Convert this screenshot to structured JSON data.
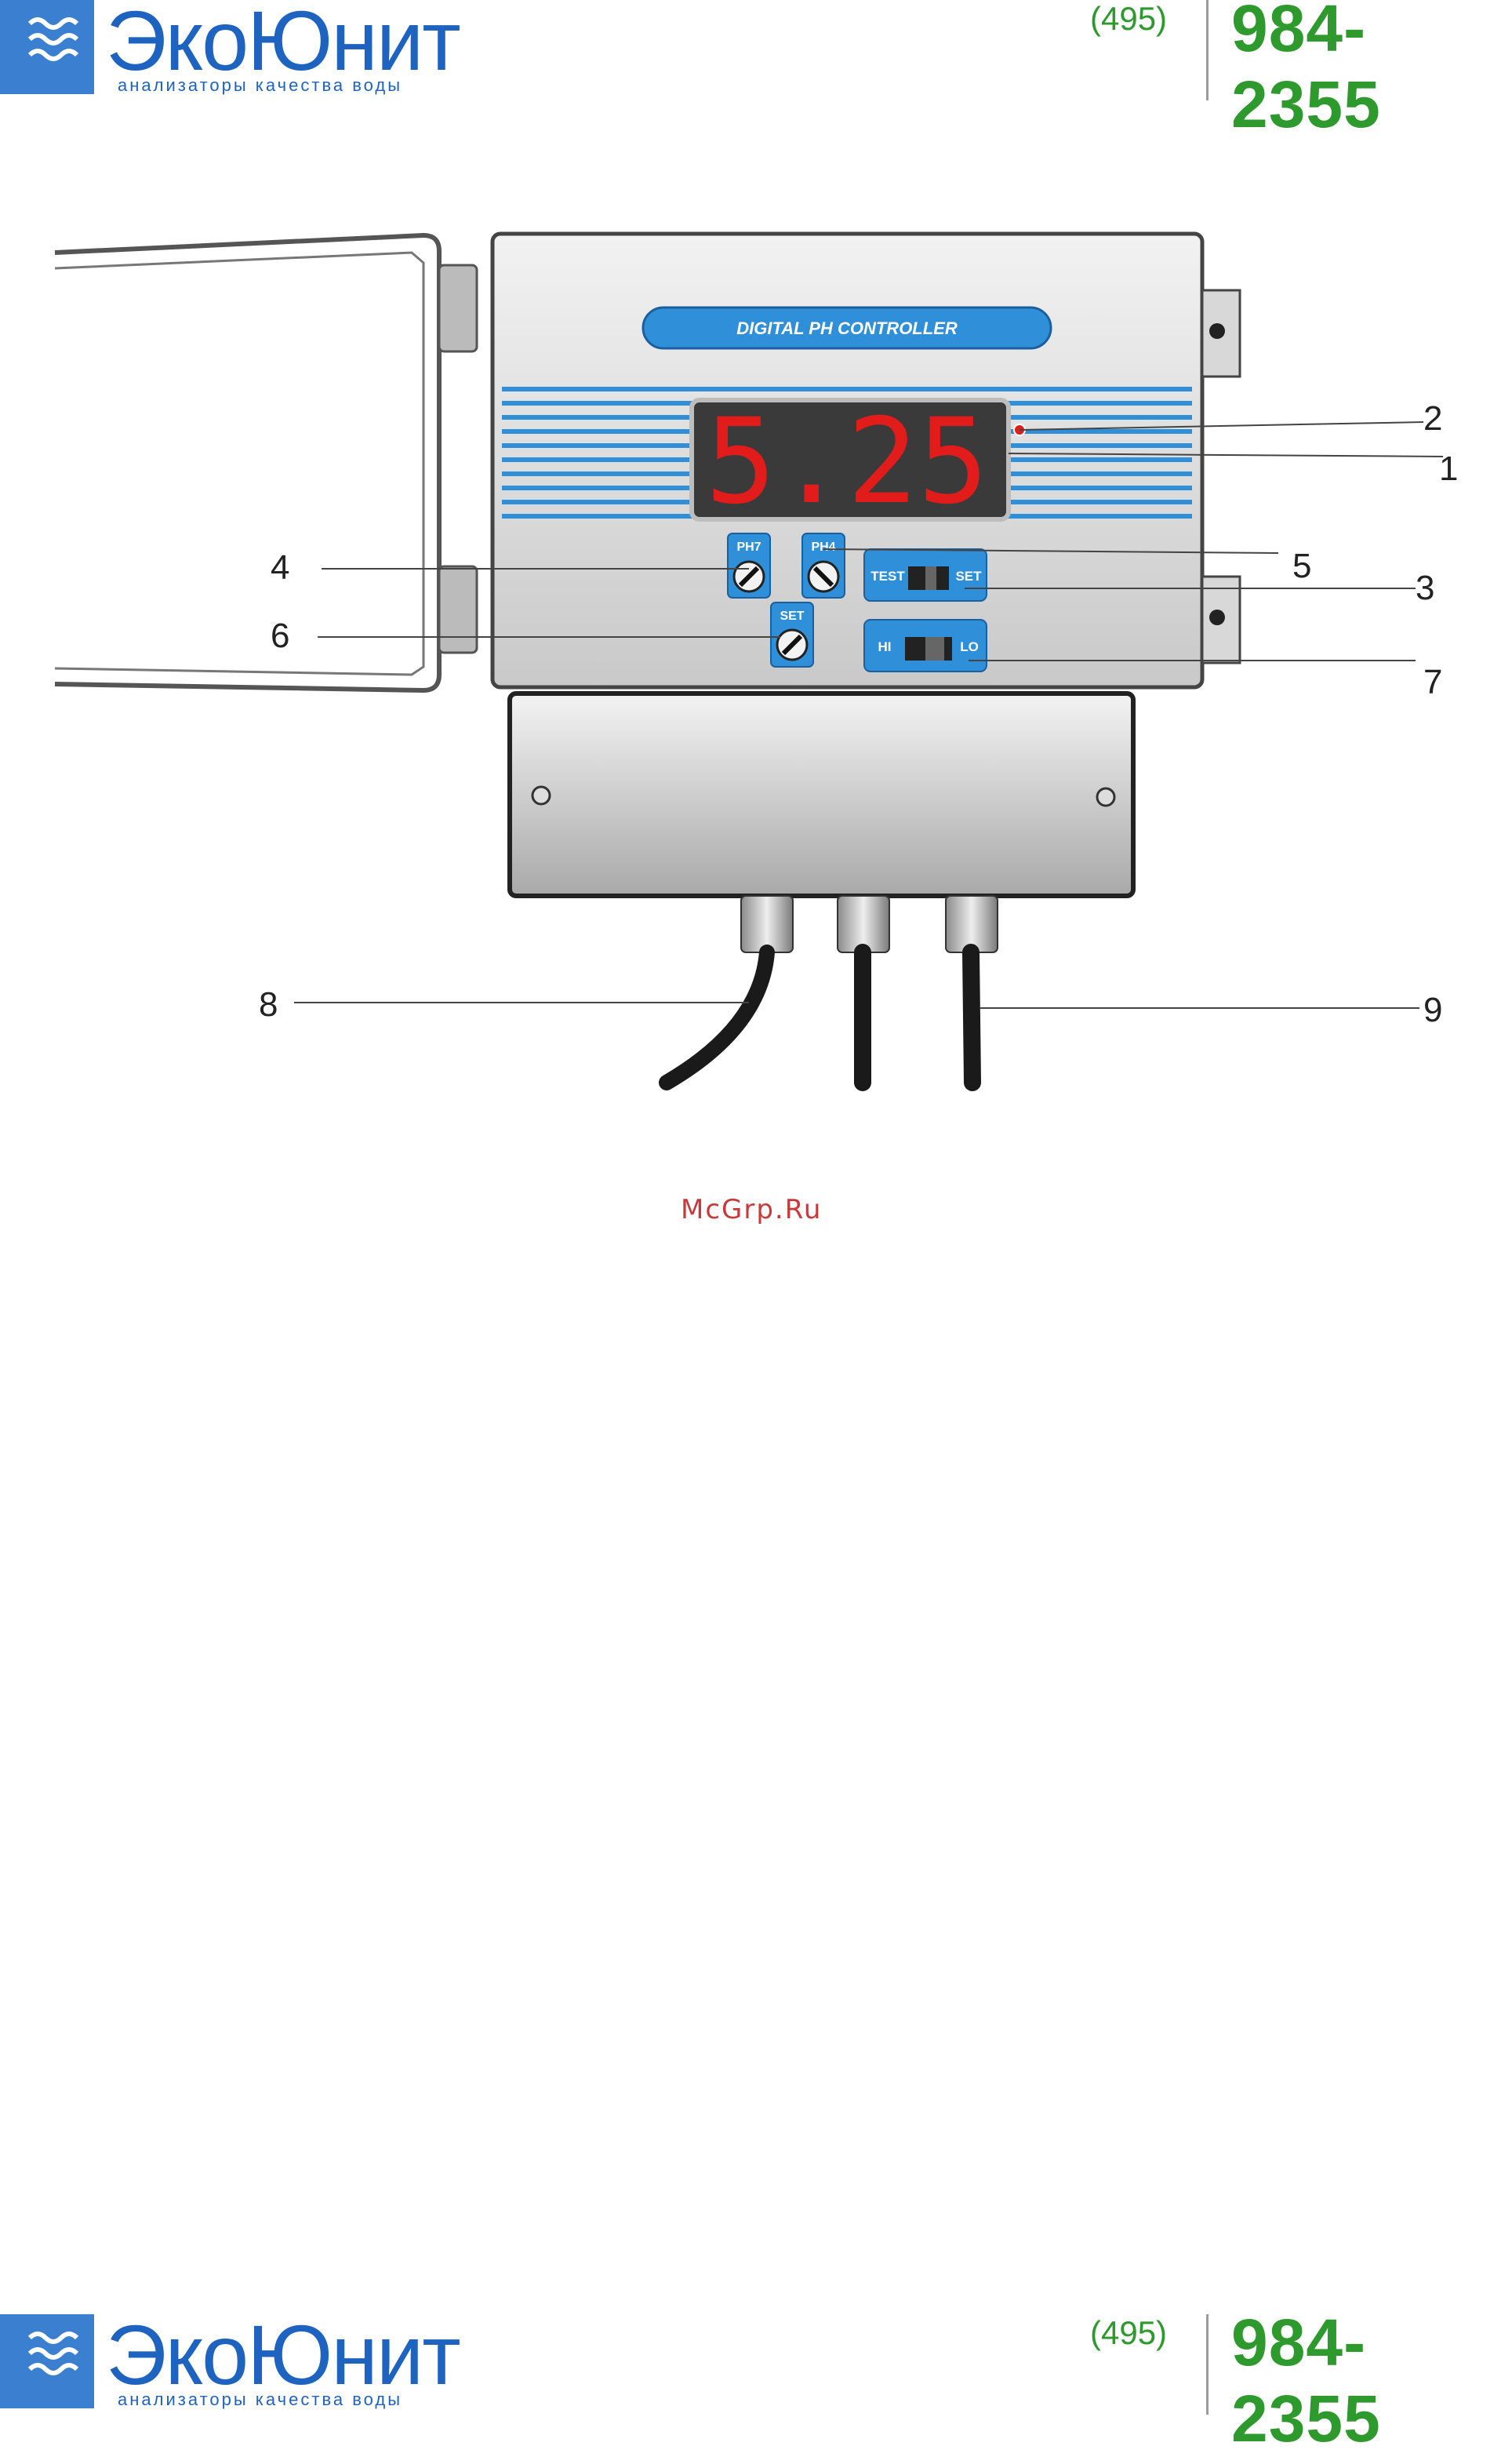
{
  "header": {
    "brand": "ЭкоЮнит",
    "tagline": "анализаторы качества воды",
    "phone_code": "(495)",
    "phone_number": "984-2355"
  },
  "device": {
    "title": "DIGITAL PH CONTROLLER",
    "display_value": "5.25",
    "buttons": {
      "ph7": "PH7",
      "ph4": "PH4",
      "set": "SET"
    },
    "switches": {
      "mode_left": "TEST",
      "mode_right": "SET",
      "level_left": "HI",
      "level_right": "LO"
    }
  },
  "callouts": [
    "1",
    "2",
    "3",
    "4",
    "5",
    "6",
    "7",
    "8",
    "9"
  ],
  "footer_watermark": "McGrp.Ru",
  "colors": {
    "brand_blue": "#1e63bf",
    "phone_green": "#2e9a2e",
    "panel_blue": "#2f8fd8",
    "display_red": "#e21b1b"
  }
}
